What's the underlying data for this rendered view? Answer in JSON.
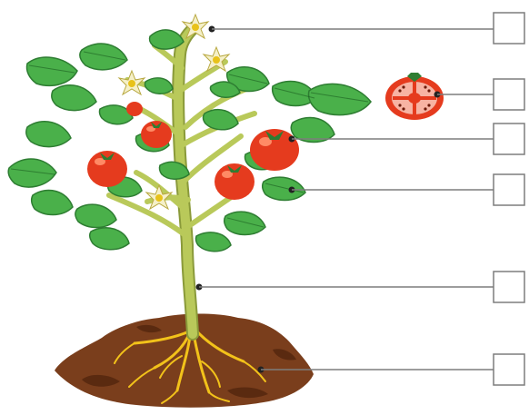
{
  "diagram": {
    "subject": "tomato plant",
    "parts": [
      {
        "id": "flower",
        "answer": ""
      },
      {
        "id": "seed",
        "answer": ""
      },
      {
        "id": "fruit",
        "answer": ""
      },
      {
        "id": "leaf",
        "answer": ""
      },
      {
        "id": "stem",
        "answer": ""
      },
      {
        "id": "root",
        "answer": ""
      }
    ]
  },
  "colors": {
    "leaf": "#4ab04a",
    "leaf_dark": "#2e7d32",
    "leaf_vein": "#1b5e20",
    "stem": "#b9c95a",
    "stem_dark": "#8a9a3a",
    "tomato": "#e53b1e",
    "tomato_highlight": "#ff8a65",
    "tomato_inner": "#f7b3a3",
    "flower": "#f5f0c8",
    "flower_center": "#e8c21a",
    "soil": "#7a3e1c",
    "soil_dark": "#5a2a10",
    "roots": "#f2c21a",
    "leader_line": "#7d7d7d",
    "answer_box": "#7d7d7d"
  }
}
